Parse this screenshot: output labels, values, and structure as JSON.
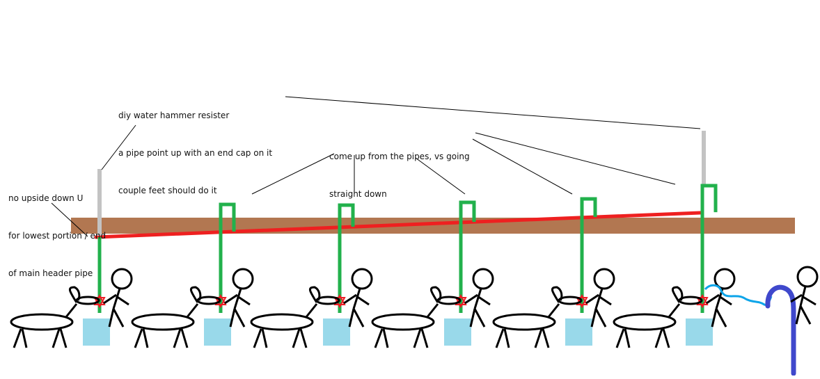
{
  "annotations": {
    "water_hammer": [
      "diy water hammer resister",
      "a pipe point up with an end cap on it",
      "couple feet should do it"
    ],
    "come_up": [
      "come up from the pipes, vs going",
      "straight down"
    ],
    "no_u": [
      "no upside down U",
      "for lowest portion / end",
      "of main header pipe"
    ]
  },
  "colors": {
    "header_board": "#b27751",
    "main_pipe": "#ee2020",
    "drop_pipe": "#22b14c",
    "hammer_pipe": "#c3c3c3",
    "water_box": "#99d9ea",
    "nipple": "#ed1c24",
    "hose": "#0ea5e9",
    "crook": "#3f48cc",
    "ink": "#000000"
  },
  "stations": 6,
  "icons": [
    "stick-person-icon",
    "goat-icon",
    "water-tub-icon",
    "nipple-star-icon",
    "shepherd-crook-icon"
  ]
}
